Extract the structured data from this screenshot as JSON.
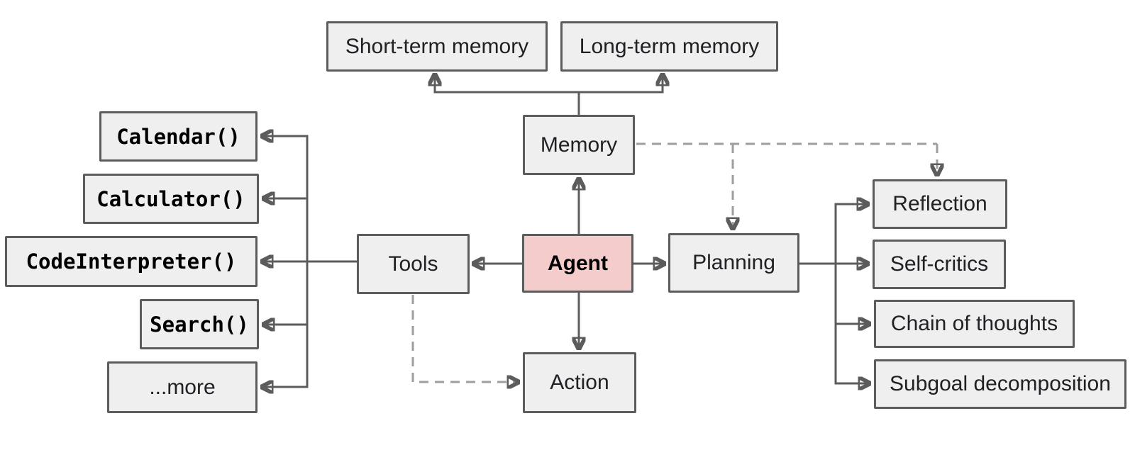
{
  "diagram": {
    "type": "flowchart",
    "subject": "Overview of a LLM-powered autonomous agent system",
    "nodes": {
      "short_term_memory": {
        "label": "Short-term memory"
      },
      "long_term_memory": {
        "label": "Long-term memory"
      },
      "memory": {
        "label": "Memory"
      },
      "agent": {
        "label": "Agent"
      },
      "tools": {
        "label": "Tools"
      },
      "planning": {
        "label": "Planning"
      },
      "action": {
        "label": "Action"
      },
      "calendar": {
        "label": "Calendar()"
      },
      "calculator": {
        "label": "Calculator()"
      },
      "code_interpreter": {
        "label": "CodeInterpreter()"
      },
      "search": {
        "label": "Search()"
      },
      "more": {
        "label": "...more"
      },
      "reflection": {
        "label": "Reflection"
      },
      "self_critics": {
        "label": "Self-critics"
      },
      "chain_of_thoughts": {
        "label": "Chain of thoughts"
      },
      "subgoal_decomposition": {
        "label": "Subgoal decomposition"
      }
    },
    "edges": {
      "solid": [
        {
          "from": "memory",
          "to": "short_term_memory"
        },
        {
          "from": "memory",
          "to": "long_term_memory"
        },
        {
          "from": "agent",
          "to": "memory"
        },
        {
          "from": "agent",
          "to": "tools"
        },
        {
          "from": "agent",
          "to": "planning"
        },
        {
          "from": "agent",
          "to": "action"
        },
        {
          "from": "tools",
          "to": "calendar"
        },
        {
          "from": "tools",
          "to": "calculator"
        },
        {
          "from": "tools",
          "to": "code_interpreter"
        },
        {
          "from": "tools",
          "to": "search"
        },
        {
          "from": "tools",
          "to": "more"
        },
        {
          "from": "planning",
          "to": "reflection"
        },
        {
          "from": "planning",
          "to": "self_critics"
        },
        {
          "from": "planning",
          "to": "chain_of_thoughts"
        },
        {
          "from": "planning",
          "to": "subgoal_decomposition"
        }
      ],
      "dashed": [
        {
          "from": "memory",
          "to": "planning"
        },
        {
          "from": "memory",
          "to": "reflection"
        },
        {
          "from": "tools",
          "to": "action"
        }
      ]
    },
    "colors": {
      "background": "#ffffff",
      "node_fill": "#efefef",
      "node_border": "#5c5c5c",
      "agent_fill": "#f4cccc",
      "solid_line": "#5c5c5c",
      "dashed_line": "#9e9e9e",
      "text": "#202124"
    }
  }
}
